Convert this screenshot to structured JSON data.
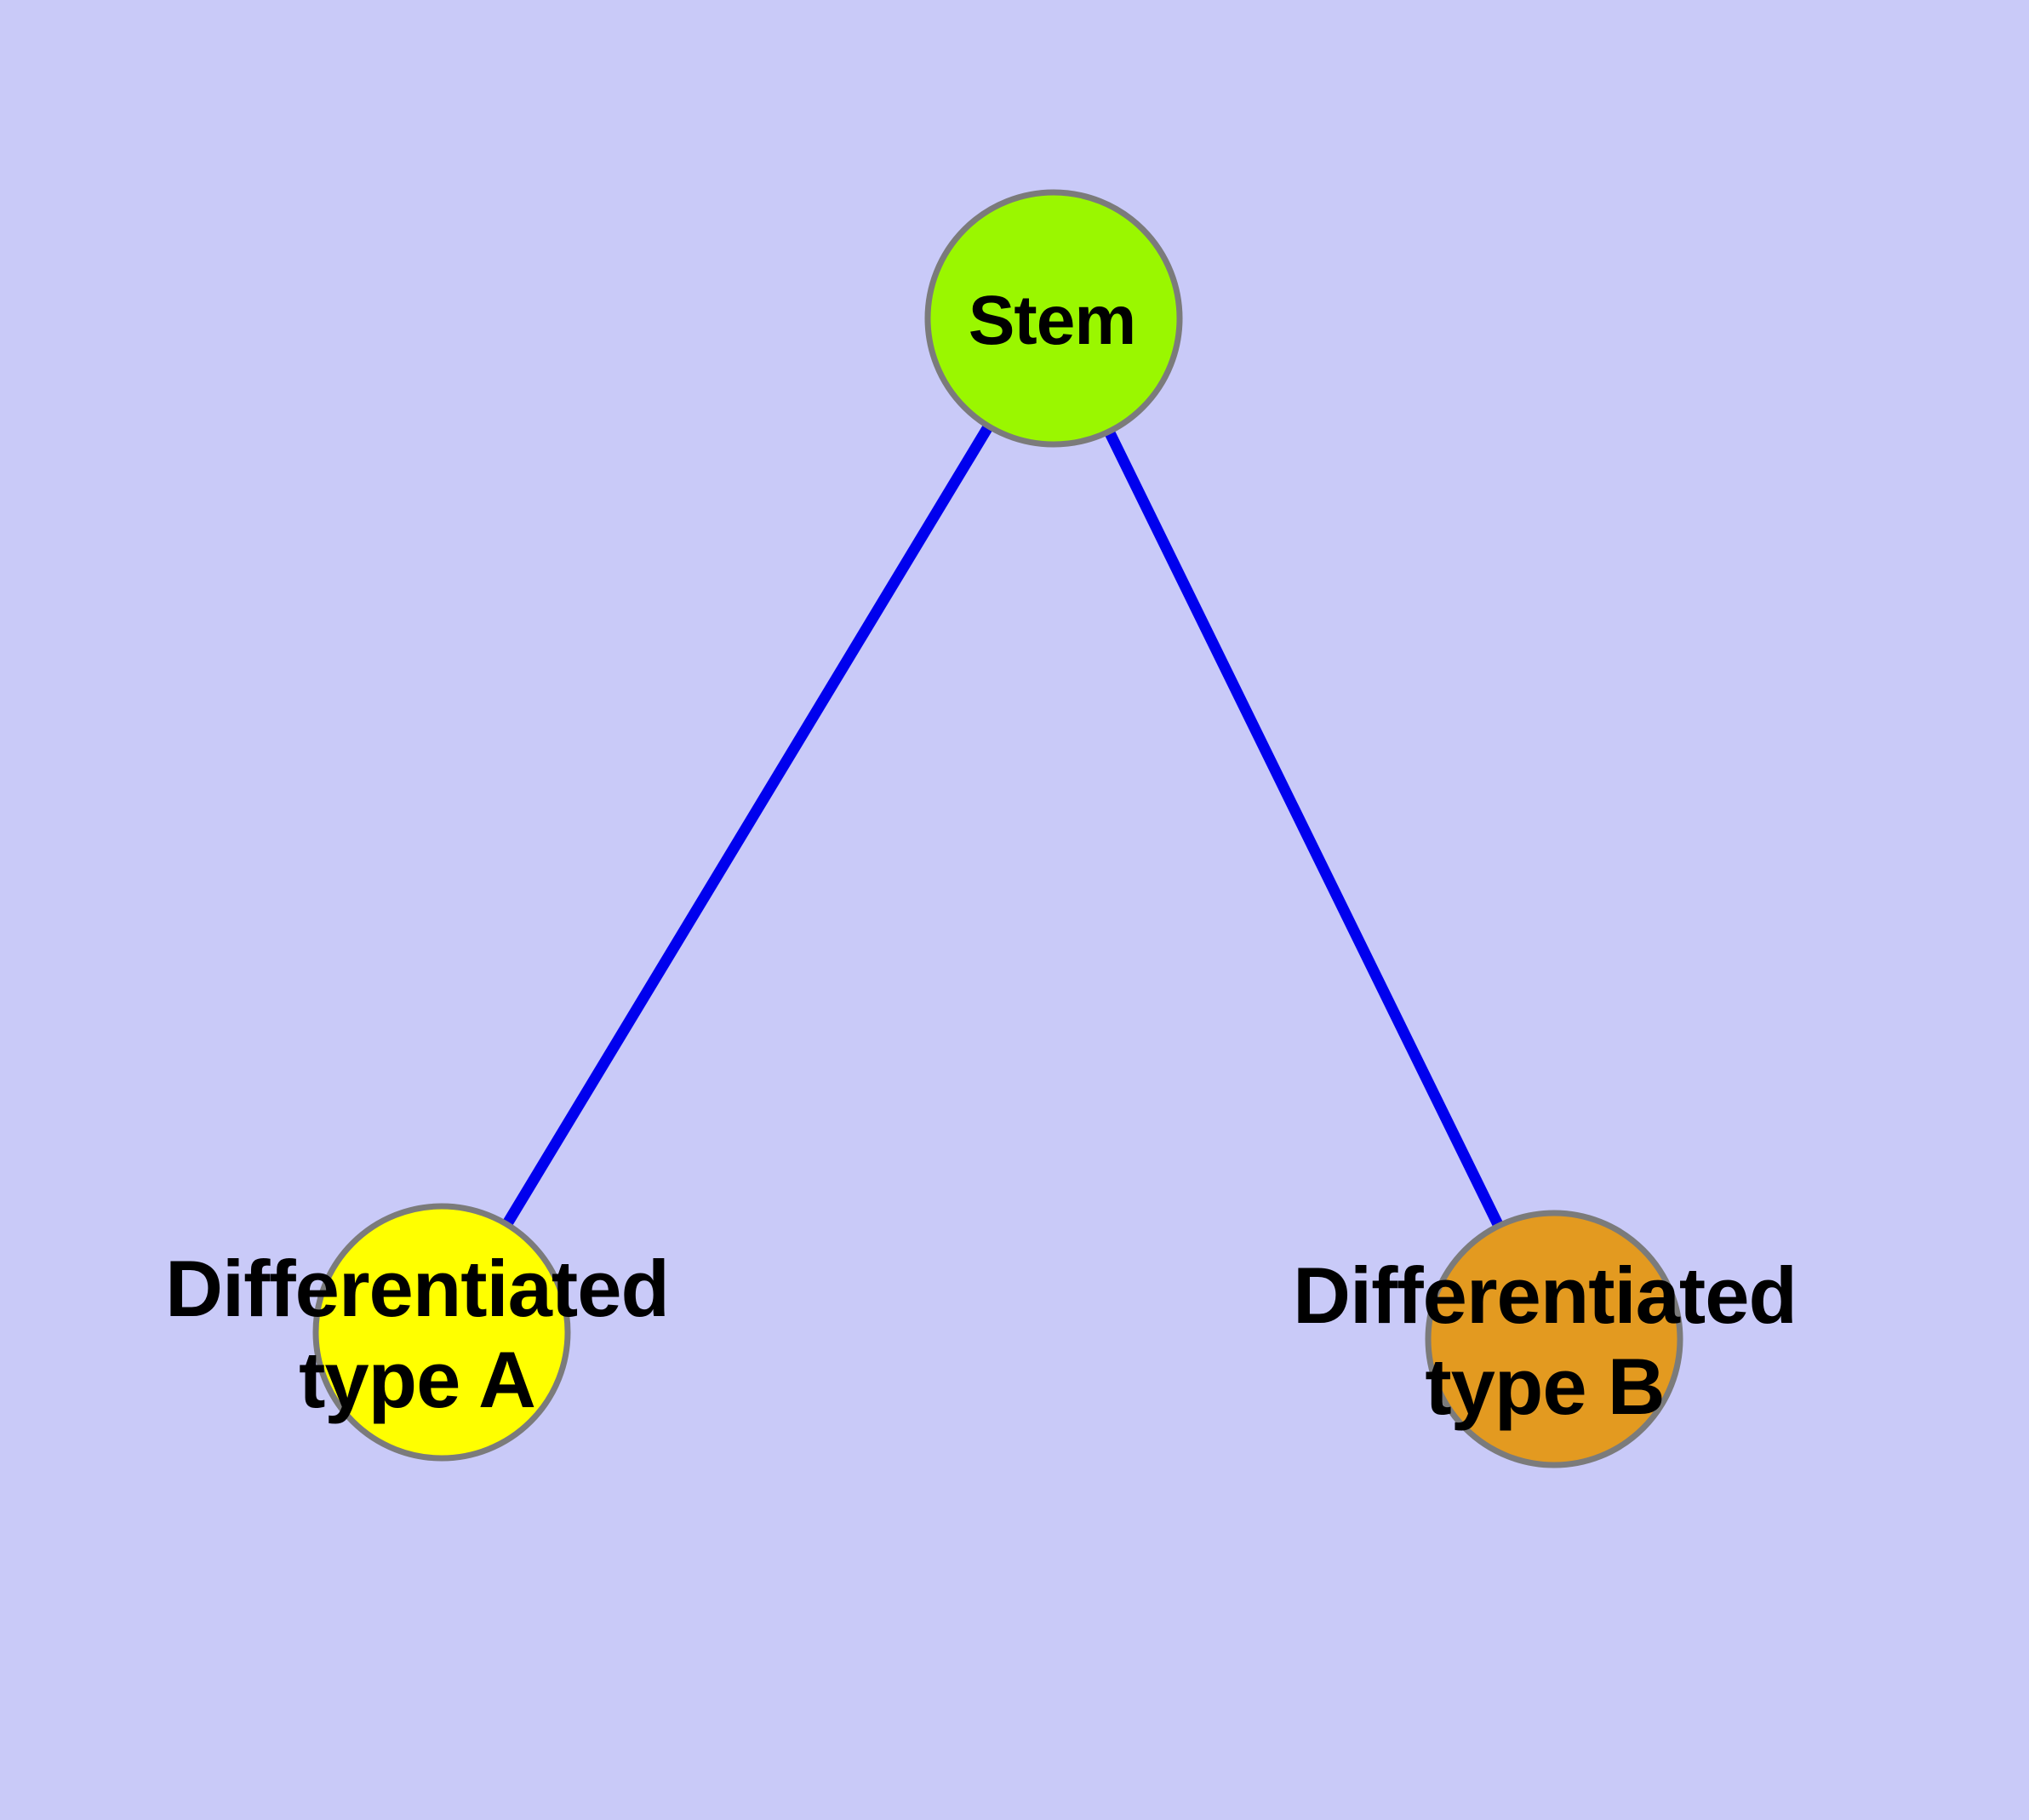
{
  "diagram": {
    "style": {
      "background_color": "#C9CAF8",
      "edge_color": "#0000EE",
      "node_border_color": "#7B7B7B",
      "label_color": "#000000"
    },
    "nodes": [
      {
        "id": "stem",
        "label": "Stem",
        "label_lines": [
          "Stem"
        ],
        "color": "#9AF700"
      },
      {
        "id": "differentiated-type-a",
        "label": "Differentiated type A",
        "label_lines": [
          "Differentiated",
          "type A"
        ],
        "color": "#FFFF00"
      },
      {
        "id": "differentiated-type-b",
        "label": "Differentiated type B",
        "label_lines": [
          "Differentiated",
          "type B"
        ],
        "color": "#E39A20"
      }
    ],
    "edges": [
      {
        "from": "stem",
        "to": "differentiated-type-a"
      },
      {
        "from": "stem",
        "to": "differentiated-type-b"
      }
    ]
  }
}
